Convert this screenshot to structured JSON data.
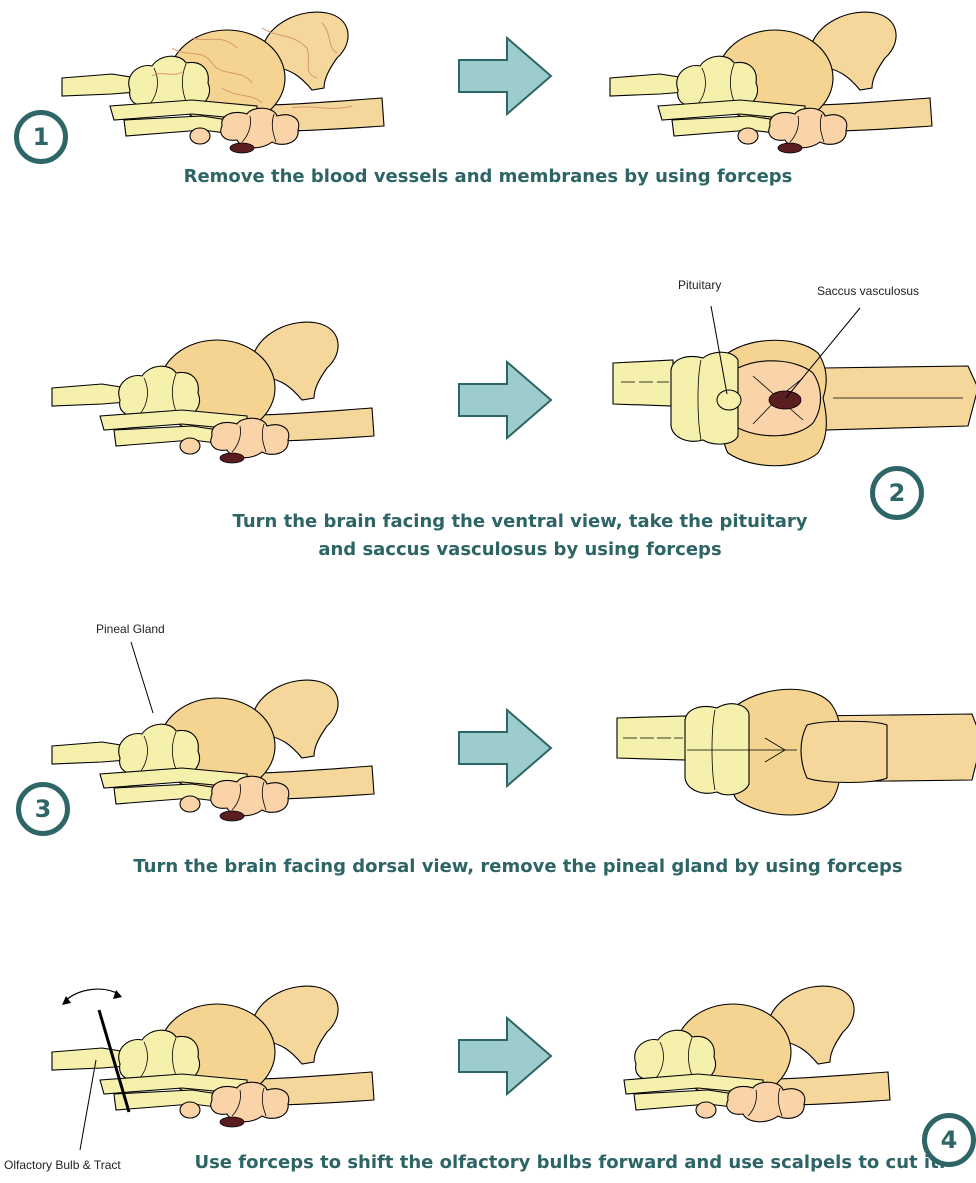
{
  "steps": [
    {
      "number": "1",
      "caption": "Remove the blood vessels and membranes by using forceps"
    },
    {
      "number": "2",
      "caption_line1": "Turn the brain facing the ventral view, take the pituitary",
      "caption_line2": "and saccus vasculosus by using forceps"
    },
    {
      "number": "3",
      "caption": "Turn the brain facing dorsal view, remove the pineal gland by using forceps"
    },
    {
      "number": "4",
      "caption": "Use forceps to shift the olfactory bulbs forward and use scalpels to cut it."
    }
  ],
  "labels": {
    "pituitary": "Pituitary",
    "saccus": "Saccus vasculosus",
    "pineal": "Pineal Gland",
    "olfactory": "Olfactory Bulb & Tract"
  },
  "colors": {
    "brain": "#f5d79c",
    "optic_tectum": "#f4d490",
    "bulb": "#f6f0ad",
    "peach": "#fbd3a8",
    "saccus": "#5b1e20",
    "arrow": "#9ccccc",
    "outline": "#000000",
    "caption": "#2d6465",
    "badge": "#2e6566",
    "vessel": "#d9966a"
  },
  "icons": [
    "right-arrow-icon",
    "double-headed-curved-arrow-icon",
    "scalpel-line-icon"
  ]
}
